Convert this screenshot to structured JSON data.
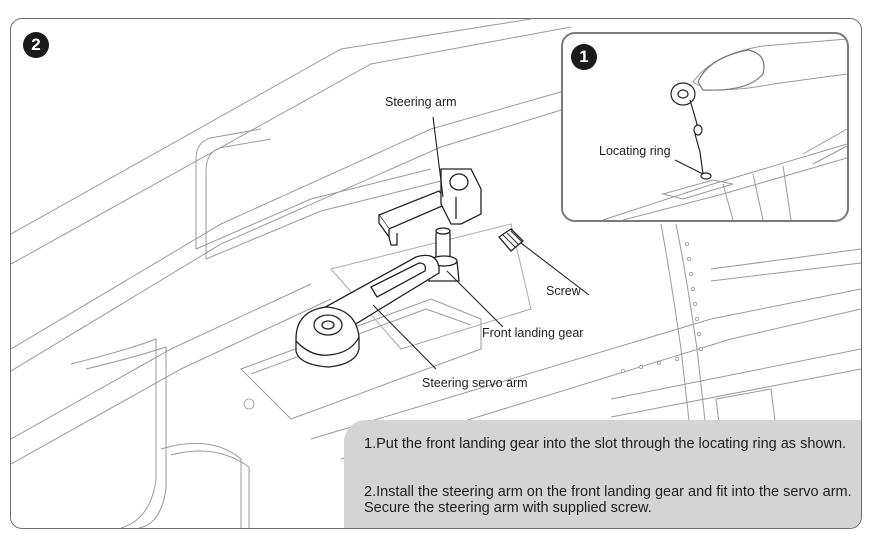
{
  "steps": {
    "main_number": "2",
    "inset_number": "1"
  },
  "labels": {
    "steering_arm": "Steering arm",
    "screw": "Screw",
    "front_landing_gear": "Front landing gear",
    "steering_servo_arm": "Steering servo arm",
    "locating_ring": "Locating ring"
  },
  "instructions": [
    "1.Put the front landing gear into the slot through the locating ring as shown.",
    "2.Install the steering arm on the front landing gear and fit into the servo arm. Secure the steering arm with supplied screw."
  ],
  "colors": {
    "frame": "#6e6e6e",
    "line_art": "#8c8c8c",
    "text_box": "#d4d4d4",
    "badge": "#1a1a1a"
  }
}
